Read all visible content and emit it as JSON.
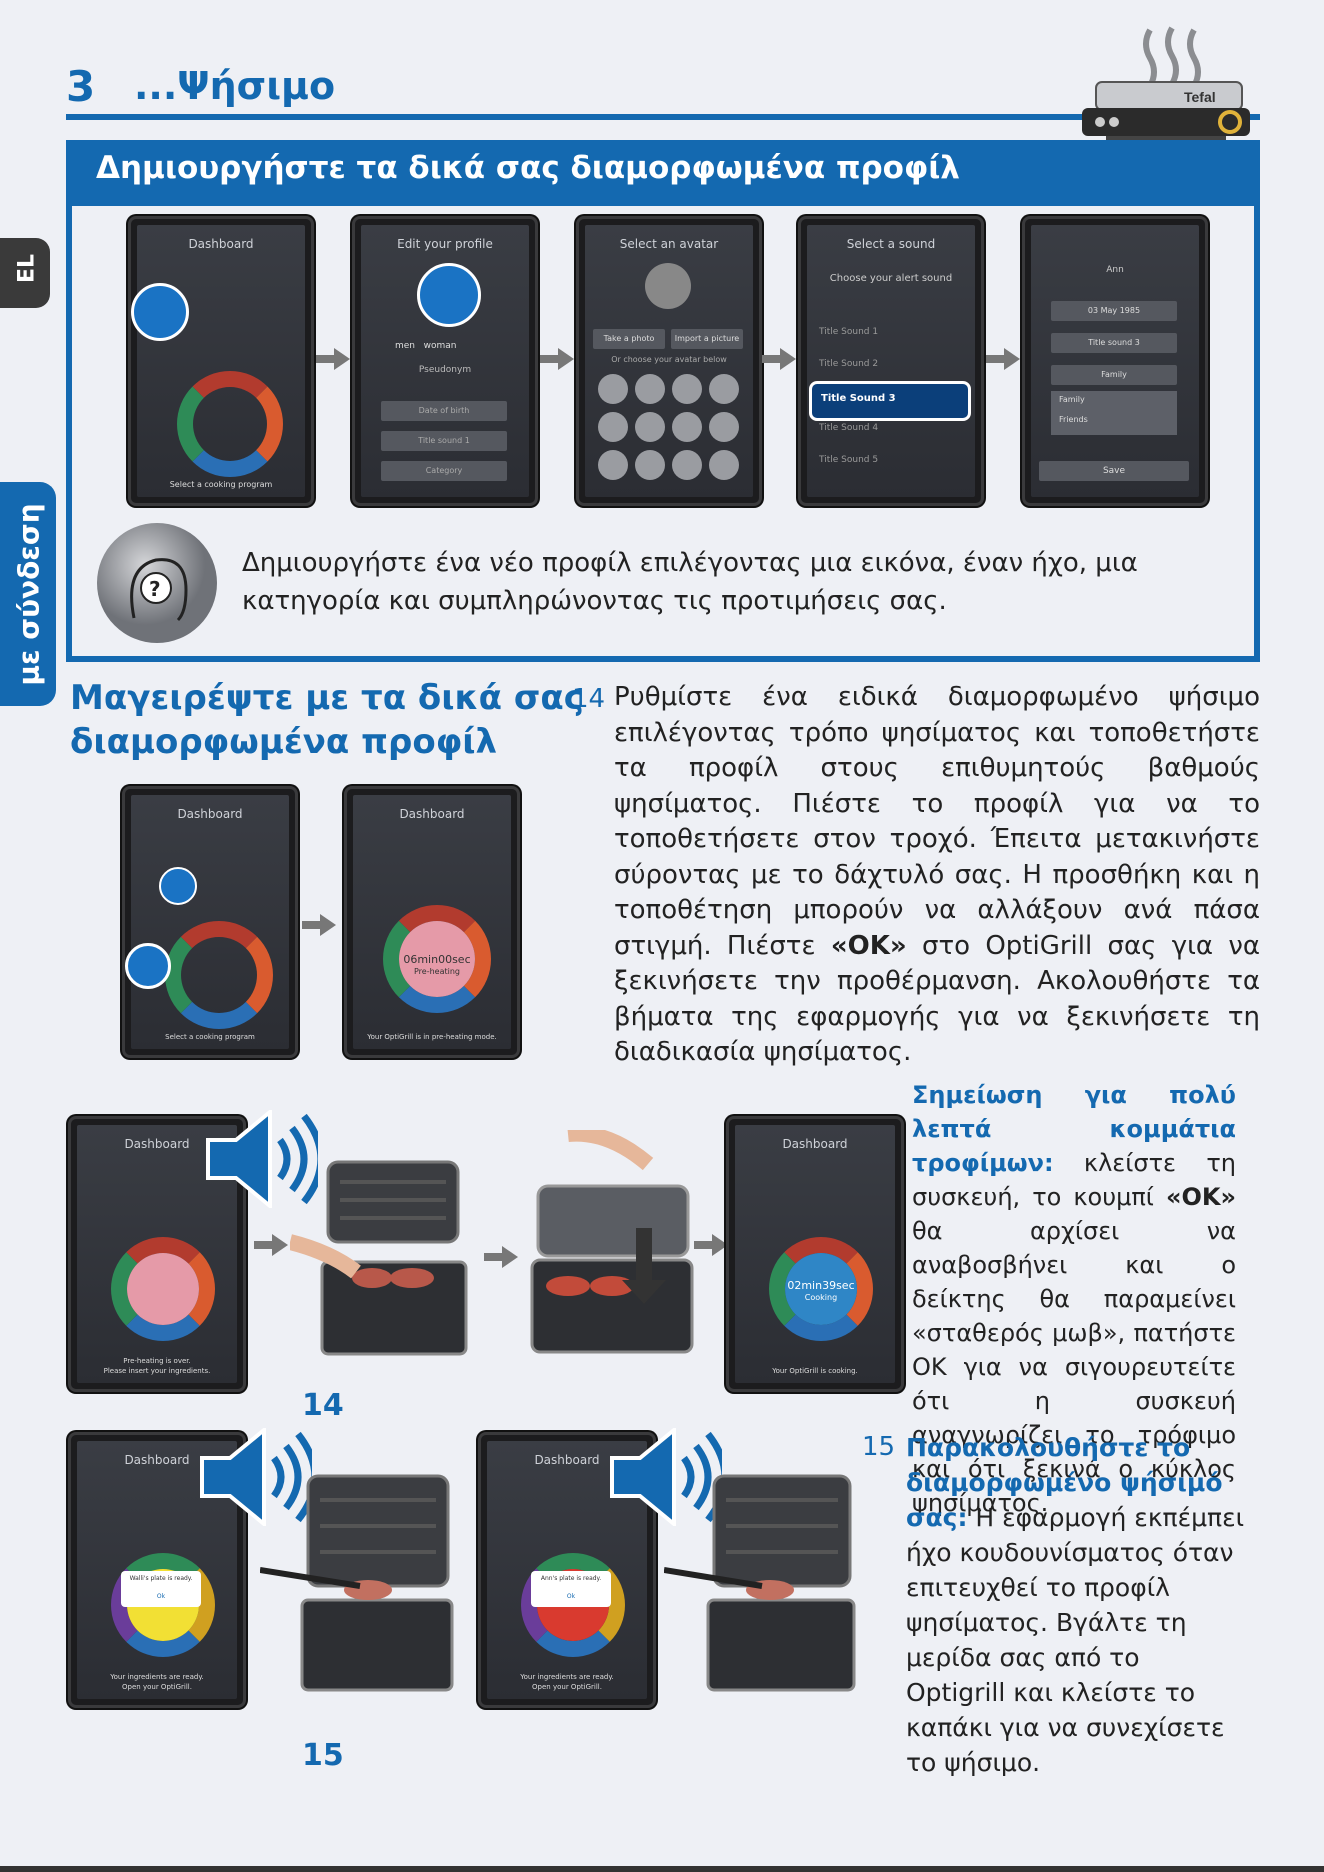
{
  "header": {
    "section_number": "3",
    "section_title": "...Ψήσιμο"
  },
  "side_tabs": {
    "language": "EL",
    "mode": "με σύνδεση"
  },
  "profile_box": {
    "title": "Δημιουργήστε τα δικά σας διαμορφωμένα προφίλ",
    "description": "Δημιουργήστε ένα νέο προφίλ επιλέγοντας μια εικόνα, έναν ήχο, μια κατηγορία και συμπληρώνοντας τις προτιμήσεις σας.",
    "screens": [
      {
        "title": "Dashboard",
        "footer": "Select a cooking program"
      },
      {
        "title": "Edit your profile",
        "opt1": "men",
        "opt2": "woman",
        "field": "Pseudonym",
        "b1": "Date of birth",
        "b2": "Title sound 1",
        "b3": "Category"
      },
      {
        "title": "Select an avatar",
        "btn1": "Take a photo",
        "btn2": "Import a picture",
        "hint": "Or choose your avatar below"
      },
      {
        "title": "Select a sound",
        "heading": "Choose your alert sound",
        "s1": "Title Sound 1",
        "s2": "Title Sound 2",
        "s3": "Title Sound 3",
        "s4": "Title Sound 4",
        "s5": "Title Sound 5"
      },
      {
        "title": "Ann",
        "date": "03 May 1985",
        "sound": "Title sound 3",
        "cat": "Family",
        "opt1": "Family",
        "opt2": "Friends",
        "save": "Save"
      }
    ]
  },
  "cook_section": {
    "title": "Μαγειρέψτε με τα δικά σας διαμορφωμένα προφίλ",
    "screen_a": {
      "title": "Dashboard",
      "footer": "Select a cooking program"
    },
    "screen_b": {
      "title": "Dashboard",
      "timer": "06min00sec",
      "status": "Pre-heating",
      "footer": "Your OptiGrill is in pre-heating mode."
    }
  },
  "step14": {
    "number": "14",
    "text_before": "Ρυθμίστε ένα ειδικά διαμορφωμένο ψήσιμο επιλέγοντας τρόπο ψησίματος και τοποθετήστε τα προφίλ στους επιθυμητούς βαθμούς ψησίματος. Πιέστε το προφίλ για να το τοποθετήσετε στον τροχό. Έπειτα μετακινήστε σύροντας με το δάχτυλό σας. Η προσθήκη και η τοποθέτηση μπορούν να αλλάξουν ανά πάσα στιγμή. Πιέστε ",
    "ok": "«OK»",
    "text_after": " στο OptiGrill σας για να ξεκινήσετε την προθέρμανση. Ακολουθήστε τα βήματα της εφαρμογής για να ξεκινήσετε τη διαδικασία ψησίματος.",
    "figure_label": "14",
    "phone1": {
      "title": "Dashboard",
      "footer1": "Pre-heating is over.",
      "footer2": "Please insert your ingredients."
    },
    "phone2": {
      "title": "Dashboard",
      "timer": "02min39sec",
      "status": "Cooking",
      "footer": "Your OptiGrill is cooking."
    }
  },
  "note": {
    "bold": "Σημείωση για πολύ λεπτά κομμάτια τροφίμων:",
    "text1": " κλείστε τη συσκευή, το κουμπί ",
    "ok": "«OK»",
    "text2": " θα αρχίσει να αναβοσβήνει και ο δείκτης θα παραμείνει «σταθερός μωβ», πατήστε OK για να σιγουρευτείτε ότι η συσκευή αναγνωρίζει το τρόφιμο και ότι ξεκινά ο κύκλος ψησίματος."
  },
  "step15": {
    "number": "15",
    "bold": "Παρακολουθήστε το διαμορφωμένο ψήσιμό σας:",
    "text": " Η εφαρμογή εκπέμπει ήχο κουδουνίσματος όταν επιτευχθεί το προφίλ ψησίματος. Βγάλτε τη μερίδα σας από το Optigrill και κλείστε το καπάκι για να συνεχίσετε το ψήσιμο.",
    "figure_label": "15",
    "phone1": {
      "title": "Dashboard",
      "popup": "Walli's plate is ready.",
      "ok": "Ok",
      "footer1": "Your ingredients are ready.",
      "footer2": "Open your OptiGrill."
    },
    "phone2": {
      "title": "Dashboard",
      "popup": "Ann's plate is ready.",
      "ok": "Ok",
      "footer1": "Your ingredients are ready.",
      "footer2": "Open your OptiGrill."
    }
  },
  "brand": "Tefal",
  "colors": {
    "accent": "#1469b0",
    "dark": "#3a3a3a"
  }
}
